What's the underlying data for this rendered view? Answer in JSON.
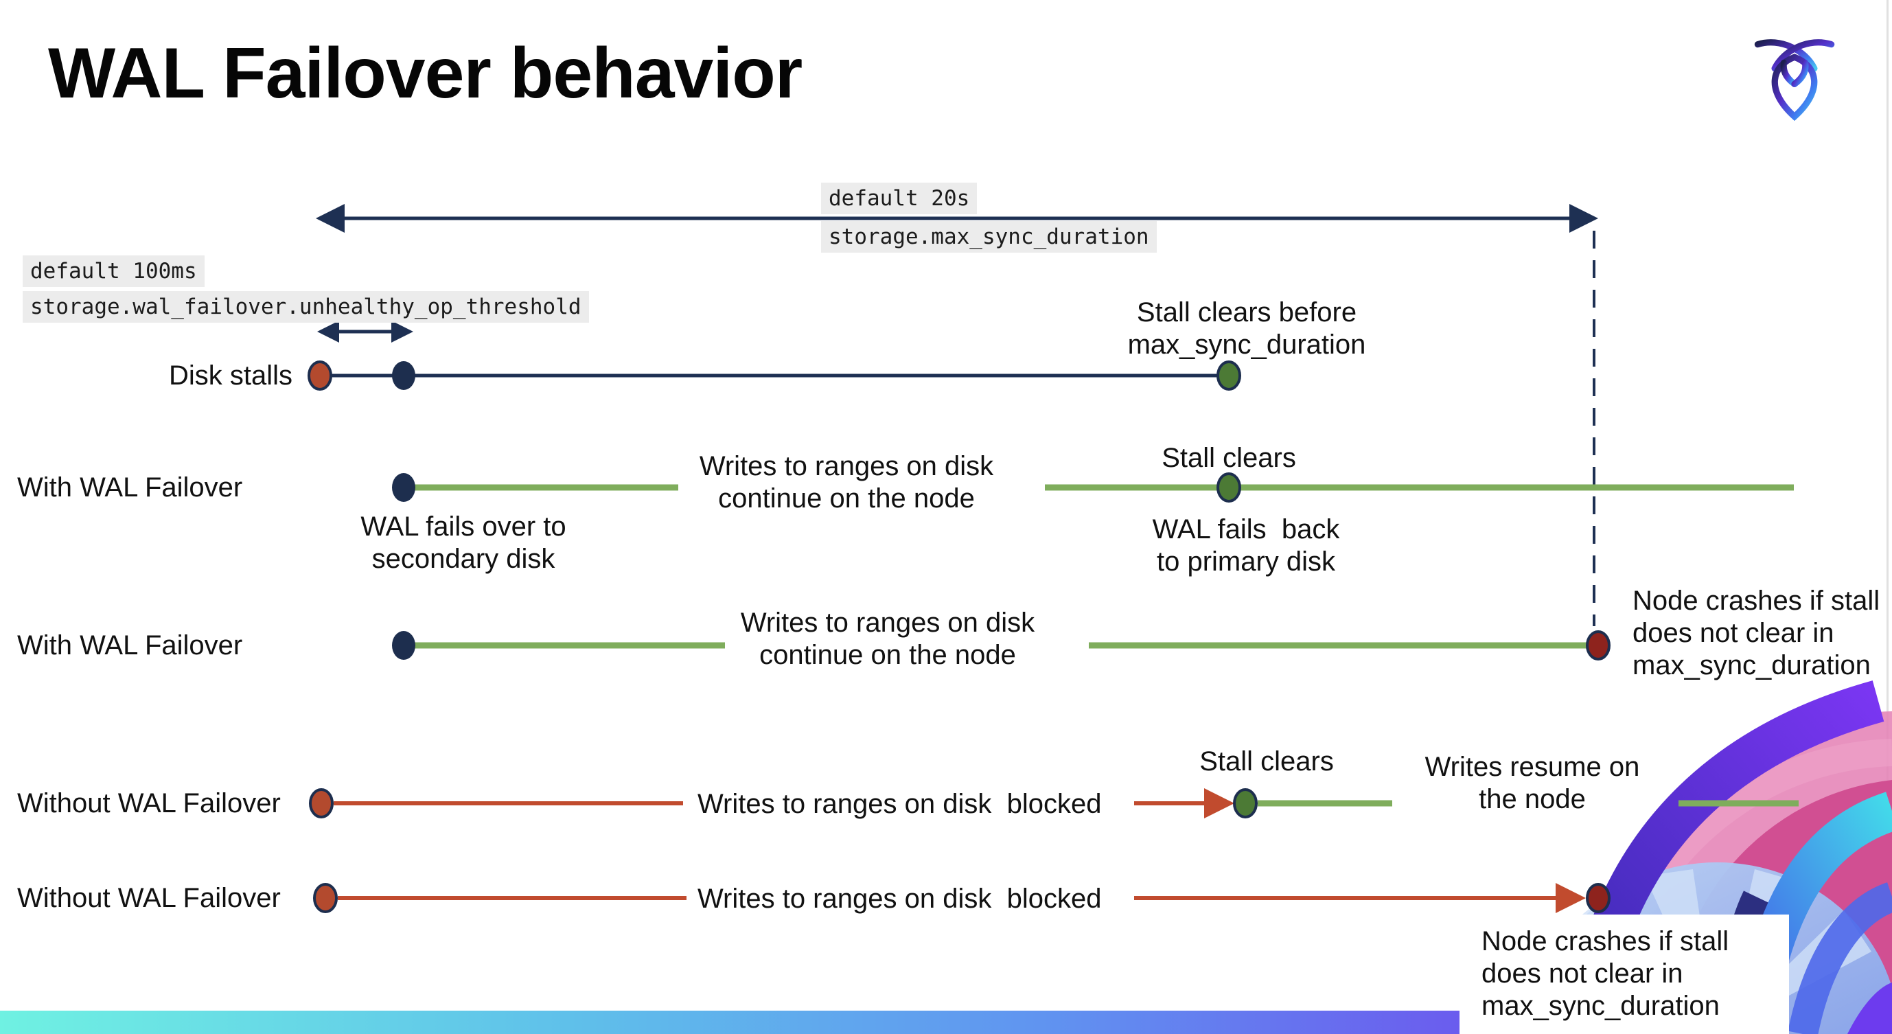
{
  "slide": {
    "title": "WAL Failover behavior"
  },
  "settings": {
    "max_sync_duration": {
      "default_label": "default 20s",
      "setting_name": "storage.max_sync_duration"
    },
    "unhealthy_op_threshold": {
      "default_label": "default 100ms",
      "setting_name": "storage.wal_failover.unhealthy_op_threshold"
    }
  },
  "rows": {
    "disk_stalls": {
      "label": "Disk stalls",
      "stall_clears": "Stall clears before\nmax_sync_duration"
    },
    "with_failover_clears": {
      "label": "With WAL Failover",
      "fails_over": "WAL fails over to\nsecondary disk",
      "writes_continue": "Writes to ranges on disk\ncontinue on the node",
      "stall_clears": "Stall clears",
      "fails_back": "WAL fails  back\nto primary disk"
    },
    "with_failover_crash": {
      "label": "With WAL Failover",
      "writes_continue": "Writes to ranges on disk\ncontinue on the node",
      "node_crashes": "Node crashes if stall\ndoes not clear in\nmax_sync_duration"
    },
    "without_failover_clears": {
      "label": "Without WAL Failover",
      "writes_blocked": "Writes to ranges on disk  blocked",
      "stall_clears": "Stall clears",
      "writes_resume": "Writes resume on\nthe node"
    },
    "without_failover_crash": {
      "label": "Without WAL Failover",
      "writes_blocked": "Writes to ranges on disk  blocked",
      "node_crashes": "Node crashes if stall\ndoes not clear in\nmax_sync_duration"
    }
  },
  "colors": {
    "navy": "#1e3053",
    "dot_navy": "#1d2e4e",
    "green_line": "#7fad5c",
    "green_dot": "#4c7a35",
    "red_line": "#c14b2e",
    "stall_dot": "#b34a2e",
    "crash_dot": "#8e231d",
    "code_bg": "#ececec",
    "text": "#111111",
    "bar_left": "#6ff1e2",
    "bar_right": "#7b2ff0"
  }
}
